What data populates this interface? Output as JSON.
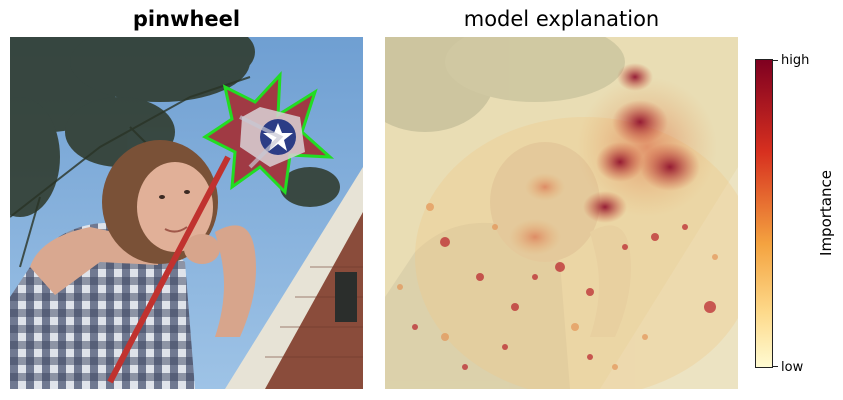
{
  "left_panel": {
    "title": "pinwheel",
    "outline_color": "#22dd22"
  },
  "right_panel": {
    "title": "model explanation"
  },
  "colorbar": {
    "label": "Importance",
    "high_label": "high",
    "low_label": "low",
    "colors": {
      "high": "#7f0020",
      "mid_high": "#d7301f",
      "mid": "#f4a340",
      "mid_low": "#fdd98a",
      "low": "#fffbd2"
    }
  }
}
